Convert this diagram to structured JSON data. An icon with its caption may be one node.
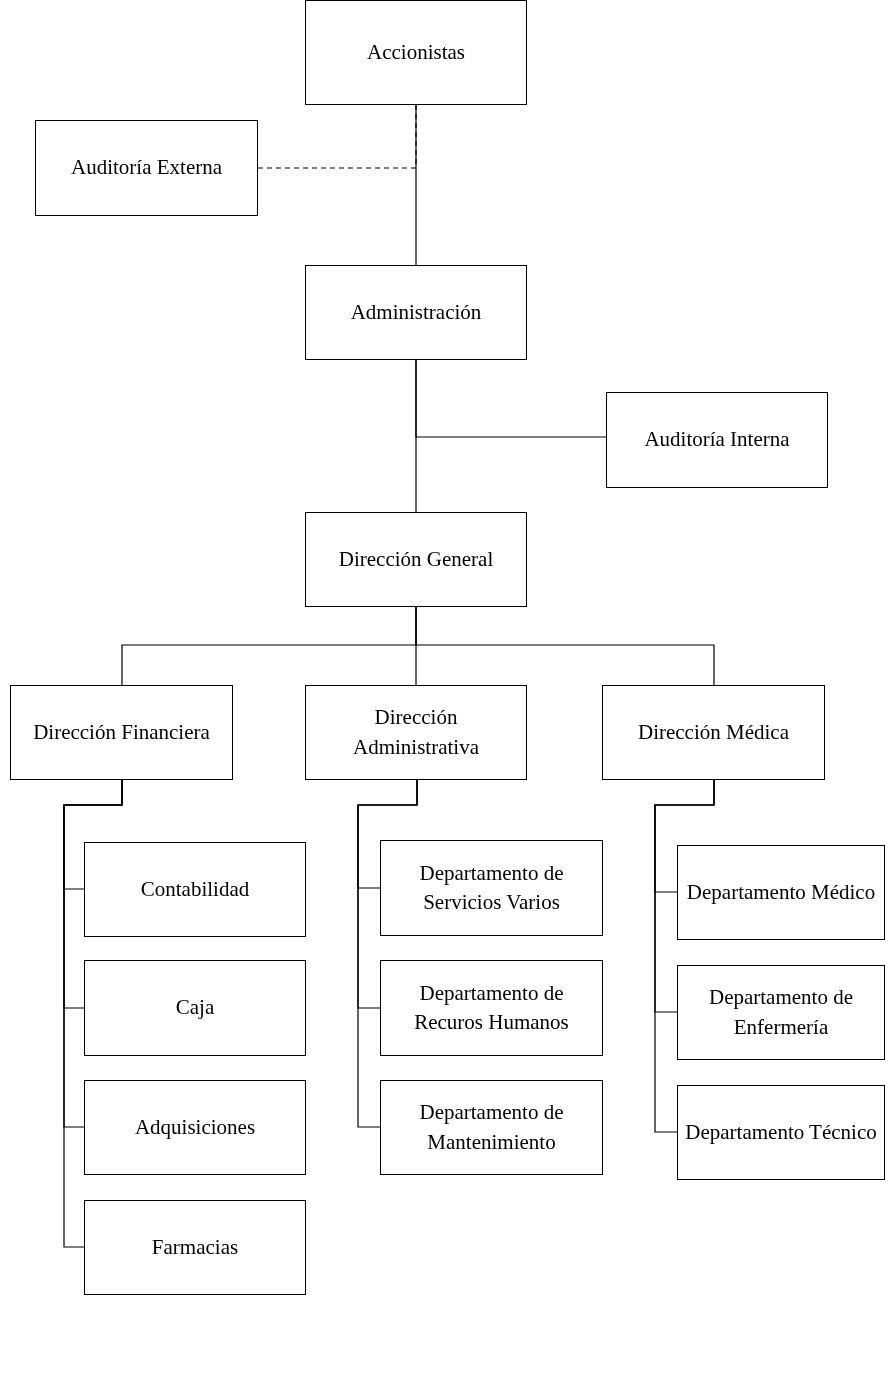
{
  "diagram": {
    "nodes": [
      {
        "text": [
          "Accionistas"
        ]
      },
      {
        "text": [
          "Auditoría Externa"
        ]
      },
      {
        "text": [
          "Administración"
        ]
      },
      {
        "text": [
          "Auditoría Interna"
        ]
      },
      {
        "text": [
          "Dirección General"
        ]
      },
      {
        "text": [
          "Dirección Financiera"
        ]
      },
      {
        "text": [
          "Dirección Administrativa"
        ]
      },
      {
        "text": [
          "Dirección Médica"
        ]
      },
      {
        "text": [
          "Contabilidad"
        ]
      },
      {
        "text": [
          "Caja"
        ]
      },
      {
        "text": [
          "Adquisiciones"
        ]
      },
      {
        "text": [
          "Farmacias"
        ]
      },
      {
        "text": [
          "Departamento de Servicios Varios"
        ]
      },
      {
        "text": [
          "Departamento de Recuros Humanos"
        ]
      },
      {
        "text": [
          "Departamento de Mantenimiento"
        ]
      },
      {
        "text": [
          "Departamento Médico"
        ]
      },
      {
        "text": [
          "Departamento de Enfermería"
        ]
      },
      {
        "text": [
          "Departamento Técnico"
        ]
      }
    ],
    "edges": [
      {
        "from": 0,
        "to": 2,
        "arrow": "none"
      },
      {
        "from": 1,
        "to": 0,
        "arrow": "none",
        "style": "dashed"
      },
      {
        "from": 3,
        "to": 2,
        "arrow": "none"
      },
      {
        "from": 2,
        "to": 4,
        "arrow": "none"
      },
      {
        "from": 4,
        "to": 5,
        "arrow": "none"
      },
      {
        "from": 4,
        "to": 6,
        "arrow": "none"
      },
      {
        "from": 4,
        "to": 7,
        "arrow": "none"
      },
      {
        "from": 5,
        "to": 8,
        "arrow": "none"
      },
      {
        "from": 5,
        "to": 9,
        "arrow": "none"
      },
      {
        "from": 5,
        "to": 10,
        "arrow": "none"
      },
      {
        "from": 5,
        "to": 11,
        "arrow": "none"
      },
      {
        "from": 6,
        "to": 12,
        "arrow": "none"
      },
      {
        "from": 6,
        "to": 13,
        "arrow": "none"
      },
      {
        "from": 6,
        "to": 14,
        "arrow": "none"
      },
      {
        "from": 7,
        "to": 15,
        "arrow": "none"
      },
      {
        "from": 7,
        "to": 16,
        "arrow": "none"
      },
      {
        "from": 7,
        "to": 17,
        "arrow": "none"
      }
    ]
  }
}
